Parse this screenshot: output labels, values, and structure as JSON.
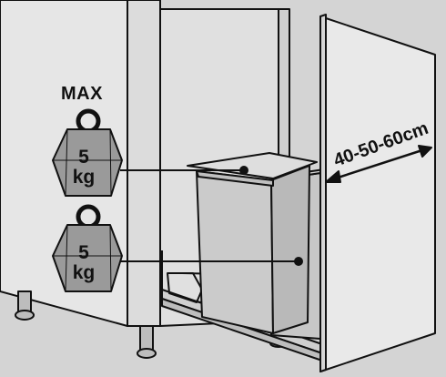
{
  "max_label": "MAX",
  "weights": [
    {
      "number": "5",
      "unit": "kg"
    },
    {
      "number": "5",
      "unit": "kg"
    }
  ],
  "cabinet_width_label": "40-50-60cm",
  "colors": {
    "background": "#d4d4d4",
    "panel": "#e8e8e8",
    "bin": "#c9c9c9",
    "weight": "#9a9a9a",
    "outline": "#111111"
  }
}
